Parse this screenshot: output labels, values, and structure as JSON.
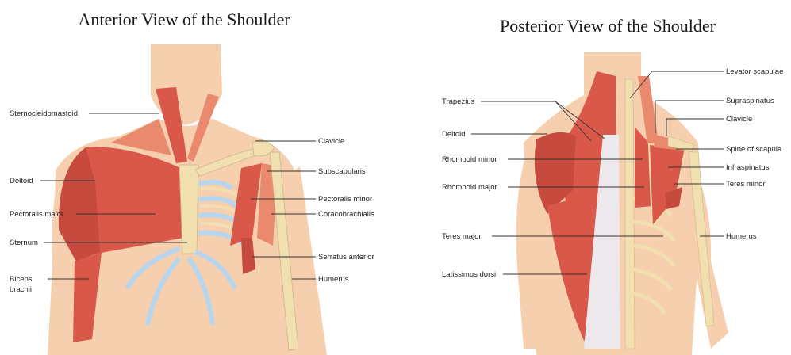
{
  "anterior": {
    "title": "Anterior View of the Shoulder",
    "labels": {
      "sternocleidomastoid": "Sternocleidomastoid",
      "deltoid": "Deltoid",
      "pectoralis_major": "Pectoralis major",
      "sternum": "Sternum",
      "biceps_line1": "Biceps",
      "biceps_line2": "brachii",
      "clavicle": "Clavicle",
      "subscapularis": "Subscapularis",
      "pectoralis_minor": "Pectoralis minor",
      "coracobrachialis": "Coracobrachialis",
      "serratus_anterior": "Serratus anterior",
      "humerus": "Humerus"
    }
  },
  "posterior": {
    "title": "Posterior View of the Shoulder",
    "labels": {
      "trapezius": "Trapezius",
      "deltoid": "Deltoid",
      "rhomboid_minor": "Rhomboid minor",
      "rhomboid_major": "Rhomboid major",
      "teres_major": "Teres major",
      "latissimus_dorsi": "Latissimus dorsi",
      "levator_scapulae": "Levator scapulae",
      "supraspinatus": "Supraspinatus",
      "clavicle": "Clavicle",
      "spine_of_scapula": "Spine of scapula",
      "infraspinatus": "Infraspinatus",
      "teres_minor": "Teres minor",
      "humerus": "Humerus"
    }
  },
  "colors": {
    "skin": "#f5cfae",
    "muscle": "#d9584a",
    "muscle_light": "#e98a6e",
    "bone": "#f1dfb0",
    "cartilage": "#b7d6ee",
    "fascia": "#ece8ec"
  }
}
